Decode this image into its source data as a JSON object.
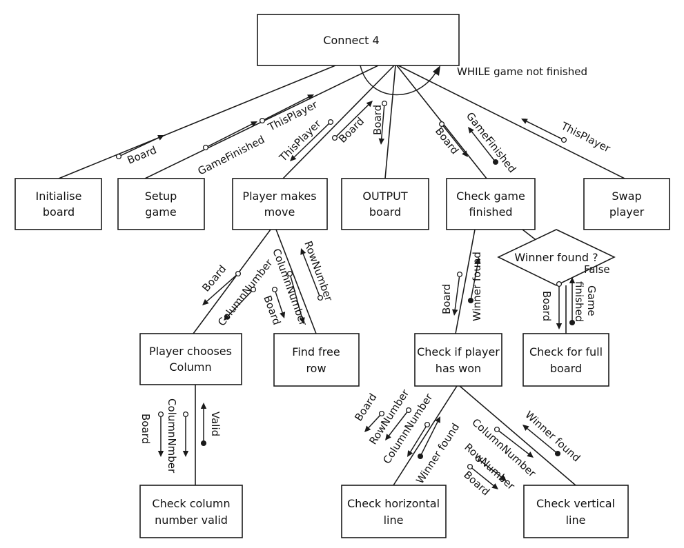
{
  "boxes": {
    "connect4": "Connect 4",
    "initialise": [
      "Initialise",
      "board"
    ],
    "setup": [
      "Setup",
      "game"
    ],
    "player_move": [
      "Player makes",
      "move"
    ],
    "output": [
      "OUTPUT",
      "board"
    ],
    "check_finished": [
      "Check game",
      "finished"
    ],
    "swap": [
      "Swap",
      "player"
    ],
    "choose_column": [
      "Player chooses",
      "Column"
    ],
    "find_row": [
      "Find free",
      "row"
    ],
    "check_won": [
      "Check if player",
      "has won"
    ],
    "full_board": [
      "Check for full",
      "board"
    ],
    "col_valid": [
      "Check column",
      "number valid"
    ],
    "horizontal": [
      "Check horizontal",
      "line"
    ],
    "vertical": [
      "Check vertical",
      "line"
    ]
  },
  "decision": "Winner found ?",
  "loop_label": "WHILE game not finished",
  "false_label": "False",
  "flows": {
    "board": "Board",
    "game_finished": "GameFinished",
    "this_player": "ThisPlayer",
    "column_number": "ColumnNumber",
    "row_number": "RowNumber",
    "winner_found": "Winner found",
    "game": "Game",
    "finished": "finished",
    "column_nmber": "ColumnNmber",
    "valid": "Valid"
  }
}
